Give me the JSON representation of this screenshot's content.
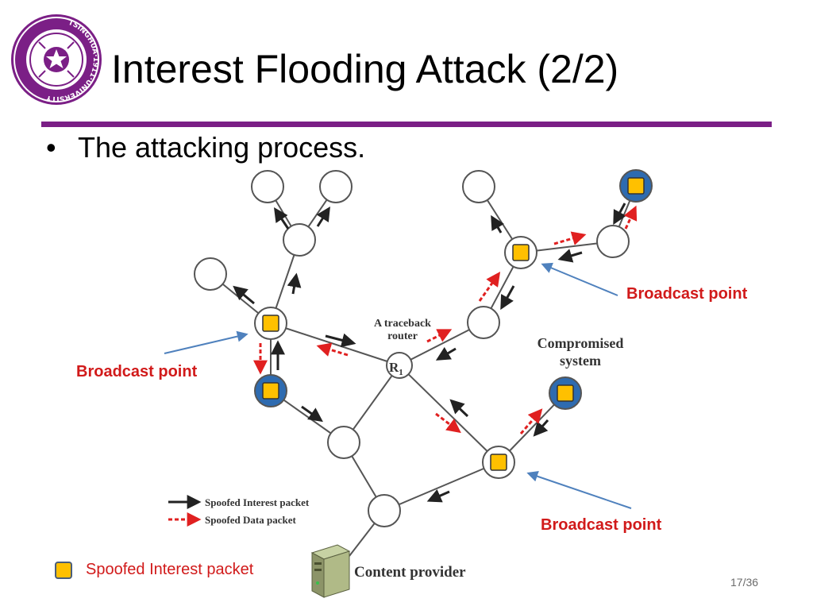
{
  "slide": {
    "title": "Interest Flooding Attack (2/2)",
    "bullet": "The attacking process.",
    "page_number": "17/36",
    "logo_text": "TSINGHUA·1911·UNIVERSITY"
  },
  "diagram": {
    "traceback_label_line1": "A traceback",
    "traceback_label_line2": "router",
    "router_label": "R",
    "router_label_sub": "1",
    "compromised_label_line1": "Compromised",
    "compromised_label_line2": "system",
    "legend_interest": "Spoofed Interest packet",
    "legend_data": "Spoofed Data packet",
    "content_provider": "Content provider",
    "broadcast_left": "Broadcast point",
    "broadcast_right_top": "Broadcast point",
    "broadcast_right_bottom": "Broadcast point"
  },
  "legend": {
    "square_label": "Spoofed Interest packet"
  },
  "colors": {
    "accent_purple": "#7b1f86",
    "node_blue": "#2e6bb0",
    "square_yellow": "#ffc000",
    "arrow_red": "#e02020",
    "label_red": "#d11a1a",
    "pointer_blue": "#4f81bd"
  }
}
